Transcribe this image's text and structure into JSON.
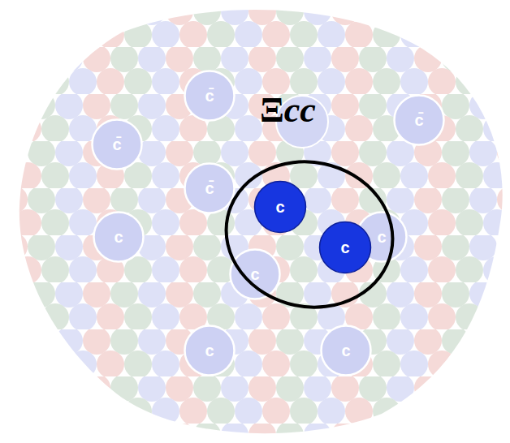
{
  "diagram": {
    "nodes": [
      {
        "text": [
          "c̄"
        ]
      },
      {
        "text": [
          "c̄"
        ]
      },
      {
        "text": [
          "c̄"
        ]
      },
      {
        "text": [
          "c̄"
        ]
      },
      {
        "text": [
          "Ξcc"
        ]
      },
      {
        "text": [
          "c"
        ],
        "in": 4
      },
      {
        "text": [
          "c"
        ],
        "in": 4
      },
      {
        "text": [
          "c"
        ]
      },
      {
        "text": [
          "c"
        ]
      },
      {
        "text": [
          "c"
        ]
      },
      {
        "text": [
          "c"
        ]
      },
      {
        "text": [
          "c"
        ]
      }
    ]
  }
}
